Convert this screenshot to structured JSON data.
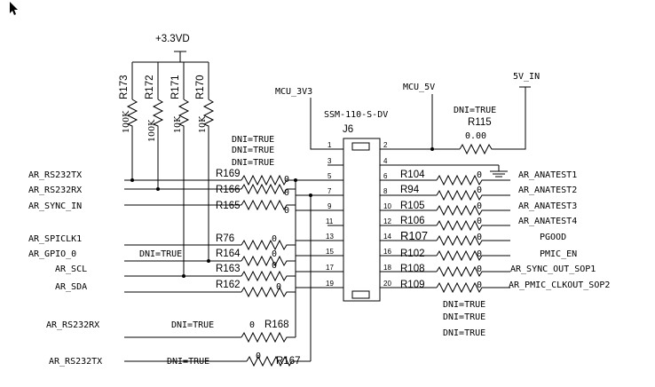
{
  "power": {
    "v33": "+3.3VD",
    "mcu_3v3": "MCU_3V3",
    "mcu_5v": "MCU_5V",
    "v5_in": "5V_IN"
  },
  "connector": {
    "part": "SSM-110-S-DV",
    "ref": "J6",
    "pins": [
      "1",
      "2",
      "3",
      "4",
      "5",
      "6",
      "7",
      "8",
      "9",
      "10",
      "11",
      "12",
      "13",
      "14",
      "15",
      "16",
      "17",
      "18",
      "19",
      "20"
    ]
  },
  "pullups": [
    {
      "ref": "R173",
      "value": "100K"
    },
    {
      "ref": "R172",
      "value": "100K"
    },
    {
      "ref": "R171",
      "value": "10K"
    },
    {
      "ref": "R170",
      "value": "10K"
    }
  ],
  "dni": "DNI=TRUE",
  "r115": {
    "ref": "R115",
    "value": "0.00"
  },
  "left_nets": [
    "AR_RS232TX",
    "AR_RS232RX",
    "AR_SYNC_IN",
    "AR_SPICLK1",
    "AR_GPIO_0",
    "AR_SCL",
    "AR_SDA"
  ],
  "left_res": [
    {
      "ref": "R169",
      "value": "0"
    },
    {
      "ref": "R166",
      "value": "0"
    },
    {
      "ref": "R165",
      "value": "0"
    },
    {
      "ref": "R76",
      "value": "0"
    },
    {
      "ref": "R164",
      "value": "0"
    },
    {
      "ref": "R163",
      "value": "0"
    },
    {
      "ref": "R162",
      "value": "0"
    }
  ],
  "right_res": [
    {
      "ref": "R104",
      "value": "0",
      "net": "AR_ANATEST1"
    },
    {
      "ref": "R94",
      "value": "0",
      "net": "AR_ANATEST2"
    },
    {
      "ref": "R105",
      "value": "0",
      "net": "AR_ANATEST3"
    },
    {
      "ref": "R106",
      "value": "0",
      "net": "AR_ANATEST4"
    },
    {
      "ref": "R107",
      "value": "0",
      "net": "PGOOD"
    },
    {
      "ref": "R102",
      "value": "0",
      "net": "PMIC_EN"
    },
    {
      "ref": "R108",
      "value": "0",
      "net": "AR_SYNC_OUT_SOP1"
    },
    {
      "ref": "R109",
      "value": "0",
      "net": "AR_PMIC_CLKOUT_SOP2"
    }
  ],
  "bottom": [
    {
      "net": "AR_RS232RX",
      "ref": "R168",
      "value": "0"
    },
    {
      "net": "AR_RS232TX",
      "ref": "R167",
      "value": "0"
    }
  ]
}
